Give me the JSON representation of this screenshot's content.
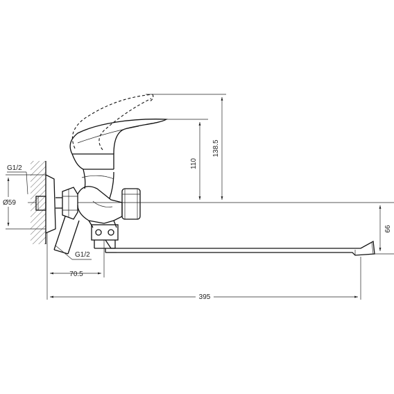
{
  "labels": {
    "inlet_thread_top": "G1/2",
    "inlet_thread_bottom": "G1/2",
    "flange_diameter": "Ø59"
  },
  "dimensions": {
    "handle_height": "110",
    "handle_open_height": "138.5",
    "spout_height": "66",
    "inlet_offset": "70.5",
    "overall_length": "395"
  }
}
